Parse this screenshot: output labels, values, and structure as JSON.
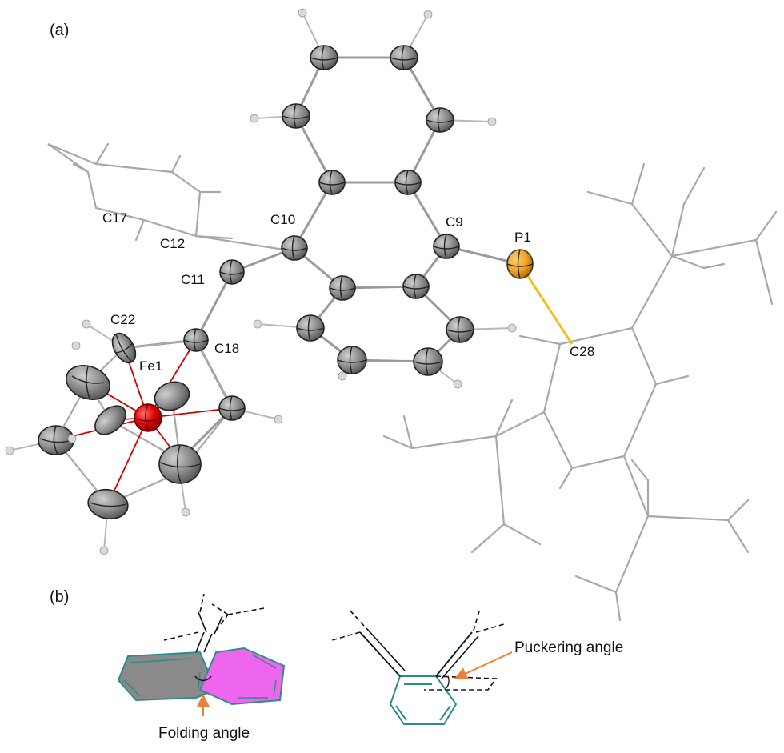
{
  "panels": {
    "a": "(a)",
    "b": "(b)"
  },
  "atom_labels": {
    "c17": "C17",
    "c12": "C12",
    "c11": "C11",
    "c22": "C22",
    "fe1": "Fe1",
    "c18": "C18",
    "c10": "C10",
    "c9": "C9",
    "p1": "P1",
    "c28": "C28"
  },
  "schematic_labels": {
    "folding": "Folding angle",
    "puckering": "Puckering angle"
  },
  "colors": {
    "carbon": "#8e8e8e",
    "iron": "#e00000",
    "phosphorus": "#f0a020",
    "hydrogen": "#d9d9d9",
    "ring_outline": "#2e8b8b",
    "ring_fill_grey": "#8a8a8a",
    "ring_fill_magenta": "#ee66ee",
    "arrow": "#e8823a"
  }
}
